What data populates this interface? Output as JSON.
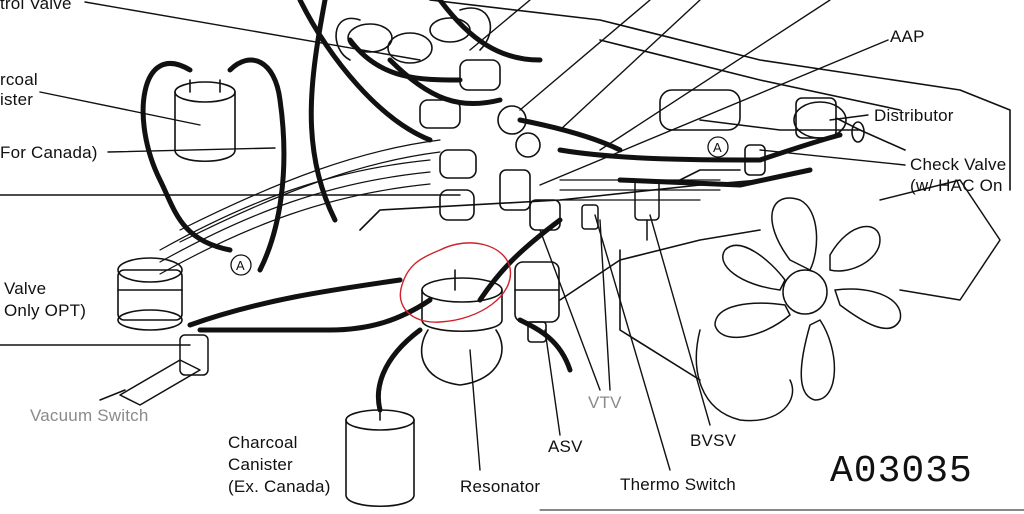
{
  "labels": {
    "control_valve": "trol Valve",
    "charcoal_canister_top": "rcoal\nister",
    "for_canada": "For Canada)",
    "aap": "AAP",
    "distributor": "Distributor",
    "check_valve": "Check Valve\n(w/ HAC On",
    "valve_opt": "Valve\nOnly OPT)",
    "vacuum_switch": "Vacuum Switch",
    "charcoal_canister_bottom": "Charcoal\nCanister\n(Ex. Canada)",
    "resonator": "Resonator",
    "asv": "ASV",
    "vtv": "VTV",
    "bvsv": "BVSV",
    "thermo_switch": "Thermo Switch",
    "diagram_code": "A03035"
  },
  "markers": {
    "a_marker": "A"
  },
  "colors": {
    "line": "#111111",
    "highlight_circle": "#d0212b",
    "gray_label": "#8a8a8a"
  }
}
